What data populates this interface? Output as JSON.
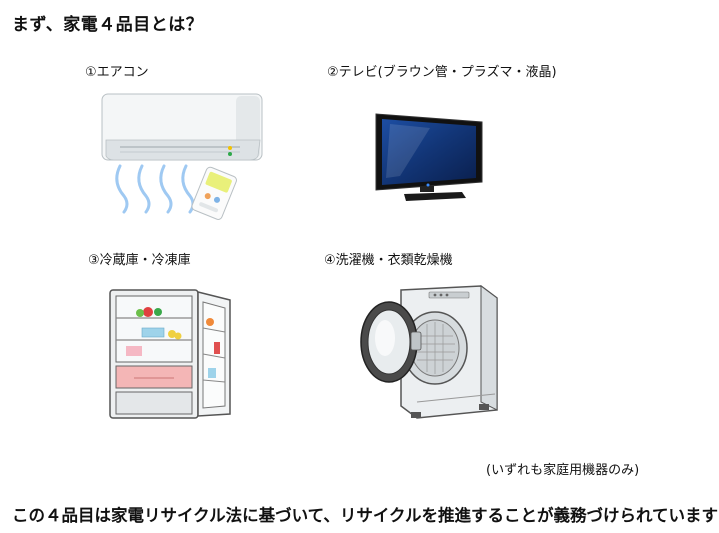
{
  "heading": "まず、家電４品目とは？",
  "items": [
    {
      "label": "①エアコン",
      "icon": "air-conditioner-icon"
    },
    {
      "label": "②テレビ(ブラウン管・プラズマ・液晶)",
      "icon": "television-icon"
    },
    {
      "label": "③冷蔵庫・冷凍庫",
      "icon": "refrigerator-icon"
    },
    {
      "label": "④洗濯機・衣類乾燥機",
      "icon": "washing-machine-icon"
    }
  ],
  "note": "(いずれも家庭用機器のみ)",
  "footer": "この４品目は家電リサイクル法に基づいて、リサイクルを推進することが義務づけられています"
}
